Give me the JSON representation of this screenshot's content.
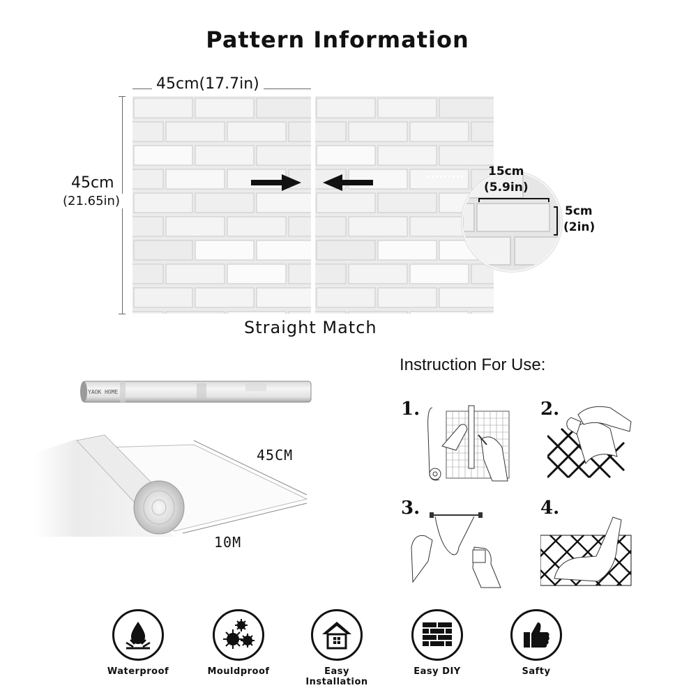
{
  "header": {
    "title": "Pattern Information"
  },
  "pattern": {
    "width_label": "45cm(17.7in)",
    "height_cm": "45cm",
    "height_in": "(21.65in)",
    "brick_length_cm": "15cm",
    "brick_length_in": "(5.9in)",
    "brick_height_cm": "5cm",
    "brick_height_in": "(2in)",
    "match_caption": "Straight Match"
  },
  "roll": {
    "brand_text": "YAOK HOME",
    "width_label": "45CM",
    "length_label": "10M"
  },
  "instructions": {
    "title": "Instruction For Use:",
    "steps": [
      {
        "number": "1."
      },
      {
        "number": "2."
      },
      {
        "number": "3."
      },
      {
        "number": "4."
      }
    ]
  },
  "features": [
    {
      "label": "Waterproof",
      "icon": "water-drop-icon"
    },
    {
      "label": "Mouldproof",
      "icon": "mould-icon"
    },
    {
      "label": "Easy Installation",
      "icon": "house-icon"
    },
    {
      "label": "Easy DIY",
      "icon": "brick-wall-icon"
    },
    {
      "label": "Safty",
      "icon": "thumbs-up-icon"
    }
  ]
}
